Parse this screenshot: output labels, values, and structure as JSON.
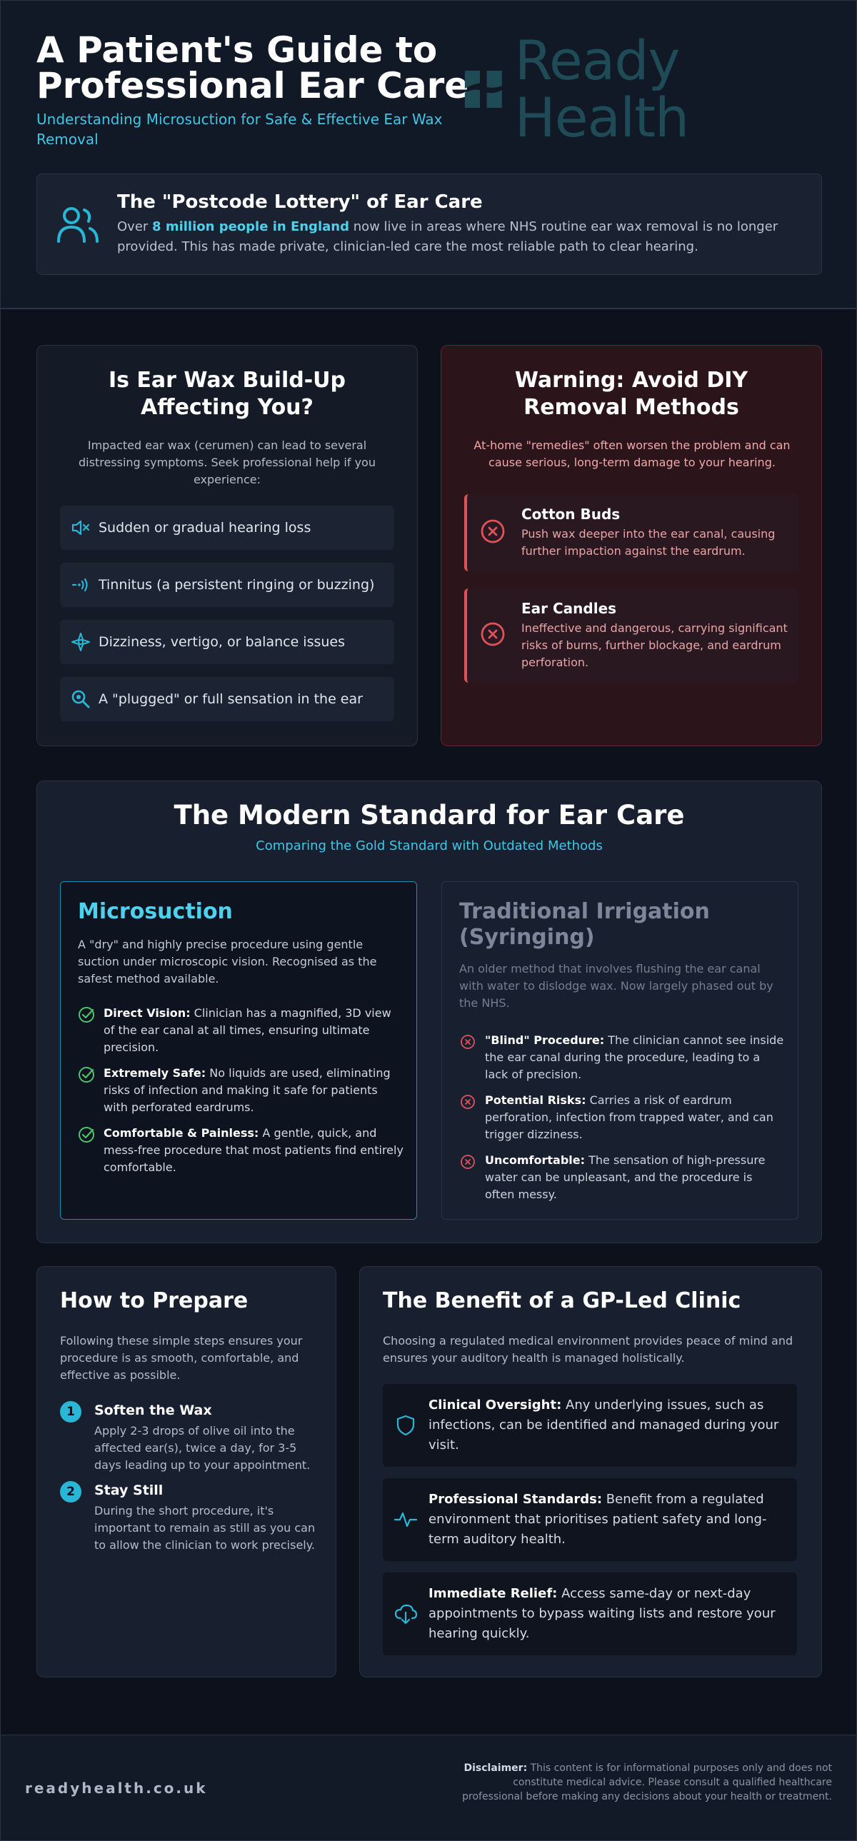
{
  "header": {
    "title": "A Patient's Guide to Professional Ear Care",
    "subtitle": "Understanding Microsuction for Safe & Effective Ear Wax Removal",
    "brand": "Ready Health",
    "lottery": {
      "title": "The \"Postcode Lottery\" of Ear Care",
      "text_prefix": "Over ",
      "text_highlight": "8 million people in England",
      "text_suffix": " now live in areas where NHS routine ear wax removal is no longer provided. This has made private, clinician-led care the most reliable path to clear hearing.",
      "icon": "users-icon"
    }
  },
  "symptoms": {
    "title": "Is Ear Wax Build-Up Affecting You?",
    "intro": "Impacted ear wax (cerumen) can lead to several distressing symptoms. Seek professional help if you experience:",
    "items": [
      {
        "label": "Sudden or gradual hearing loss",
        "icon": "volume-mute-icon"
      },
      {
        "label": "Tinnitus (a persistent ringing or buzzing)",
        "icon": "sound-wave-icon"
      },
      {
        "label": "Dizziness, vertigo, or balance issues",
        "icon": "compass-icon"
      },
      {
        "label": "A \"plugged\" or full sensation in the ear",
        "icon": "search-zoom-icon"
      }
    ]
  },
  "warning": {
    "title": "Warning: Avoid DIY Removal Methods",
    "intro": "At-home \"remedies\" often worsen the problem and can cause serious, long-term damage to your hearing.",
    "items": [
      {
        "title": "Cotton Buds",
        "desc": "Push wax deeper into the ear canal, causing further impaction against the eardrum."
      },
      {
        "title": "Ear Candles",
        "desc": "Ineffective and dangerous, carrying significant risks of burns, further blockage, and eardrum perforation."
      }
    ]
  },
  "standard": {
    "title": "The Modern Standard for Ear Care",
    "subtitle": "Comparing the Gold Standard with Outdated Methods",
    "micro": {
      "title": "Microsuction",
      "desc": "A \"dry\" and highly precise procedure using gentle suction under microscopic vision. Recognised as the safest method available.",
      "points": [
        {
          "bold": "Direct Vision:",
          "text": " Clinician has a magnified, 3D view of the ear canal at all times, ensuring ultimate precision."
        },
        {
          "bold": "Extremely Safe:",
          "text": " No liquids are used, eliminating risks of infection and making it safe for patients with perforated eardrums."
        },
        {
          "bold": "Comfortable & Painless:",
          "text": " A gentle, quick, and mess-free procedure that most patients find entirely comfortable."
        }
      ]
    },
    "trad": {
      "title": "Traditional Irrigation (Syringing)",
      "desc": "An older method that involves flushing the ear canal with water to dislodge wax. Now largely phased out by the NHS.",
      "points": [
        {
          "bold": "\"Blind\" Procedure:",
          "text": " The clinician cannot see inside the ear canal during the procedure, leading to a lack of precision."
        },
        {
          "bold": "Potential Risks:",
          "text": " Carries a risk of eardrum perforation, infection from trapped water, and can trigger dizziness."
        },
        {
          "bold": "Uncomfortable:",
          "text": " The sensation of high-pressure water can be unpleasant, and the procedure is often messy."
        }
      ]
    }
  },
  "prepare": {
    "title": "How to Prepare",
    "intro": "Following these simple steps ensures your procedure is as smooth, comfortable, and effective as possible.",
    "steps": [
      {
        "num": "1",
        "title": "Soften the Wax",
        "desc": "Apply 2-3 drops of olive oil into the affected ear(s), twice a day, for 3-5 days leading up to your appointment."
      },
      {
        "num": "2",
        "title": "Stay Still",
        "desc": "During the short procedure, it's important to remain as still as you can to allow the clinician to work precisely."
      }
    ]
  },
  "benefit": {
    "title": "The Benefit of a GP-Led Clinic",
    "intro": "Choosing a regulated medical environment provides peace of mind and ensures your auditory health is managed holistically.",
    "items": [
      {
        "bold": "Clinical Oversight:",
        "text": " Any underlying issues, such as infections, can be identified and managed during your visit.",
        "icon": "shield-icon"
      },
      {
        "bold": "Professional Standards:",
        "text": " Benefit from a regulated environment that prioritises patient safety and long-term auditory health.",
        "icon": "pulse-icon"
      },
      {
        "bold": "Immediate Relief:",
        "text": " Access same-day or next-day appointments to bypass waiting lists and restore your hearing quickly.",
        "icon": "cloud-download-icon"
      }
    ]
  },
  "footer": {
    "site": "readyhealth.co.uk",
    "disclaimer_label": "Disclaimer:",
    "disclaimer_text": " This content is for informational purposes only and does not constitute medical advice. Please consult a qualified healthcare professional before making any decisions about your health or treatment."
  },
  "colors": {
    "accent": "#3fc7e6",
    "danger": "#e0525a",
    "success": "#4cc46a",
    "brand": "#1f4b57"
  }
}
